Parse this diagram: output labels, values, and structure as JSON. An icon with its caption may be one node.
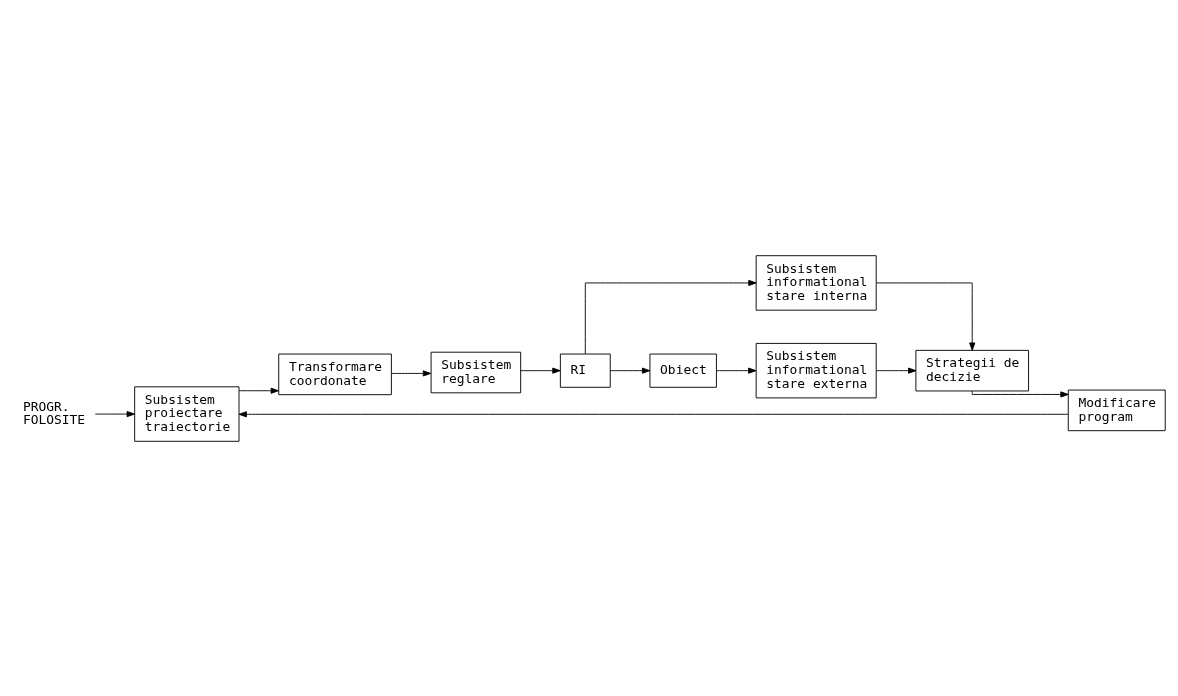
{
  "diagram": {
    "nodes": [
      {
        "text": [
          "PROGR. FOLOSITE"
        ]
      },
      {
        "text": [
          "Subsistem proiectare traiectorie"
        ]
      },
      {
        "text": [
          "Transformare coordonate"
        ]
      },
      {
        "text": [
          "Subsistem reglare"
        ]
      },
      {
        "text": [
          "RI"
        ]
      },
      {
        "text": [
          "Modificare program"
        ]
      },
      {
        "text": [
          "Strategii de decizie"
        ]
      },
      {
        "text": [
          "Subsistem informational stare interna"
        ]
      },
      {
        "text": [
          "Obiect"
        ]
      },
      {
        "text": [
          "Subsistem informational stare externa"
        ]
      }
    ],
    "edges": [
      {
        "from": 0,
        "to": 1,
        "arrow": "to"
      },
      {
        "from": 1,
        "to": 2,
        "arrow": "to"
      },
      {
        "from": 2,
        "to": 3,
        "arrow": "to"
      },
      {
        "from": 3,
        "to": 4,
        "arrow": "to"
      },
      {
        "from": 4,
        "to": 7,
        "arrow": "to"
      },
      {
        "from": 4,
        "to": 8,
        "arrow": "to"
      },
      {
        "from": 7,
        "to": 6,
        "arrow": "to"
      },
      {
        "from": 8,
        "to": 9,
        "arrow": "to"
      },
      {
        "from": 9,
        "to": 6,
        "arrow": "to"
      },
      {
        "from": 6,
        "to": 5,
        "arrow": "to"
      },
      {
        "from": 5,
        "to": 1,
        "arrow": "to"
      }
    ]
  }
}
